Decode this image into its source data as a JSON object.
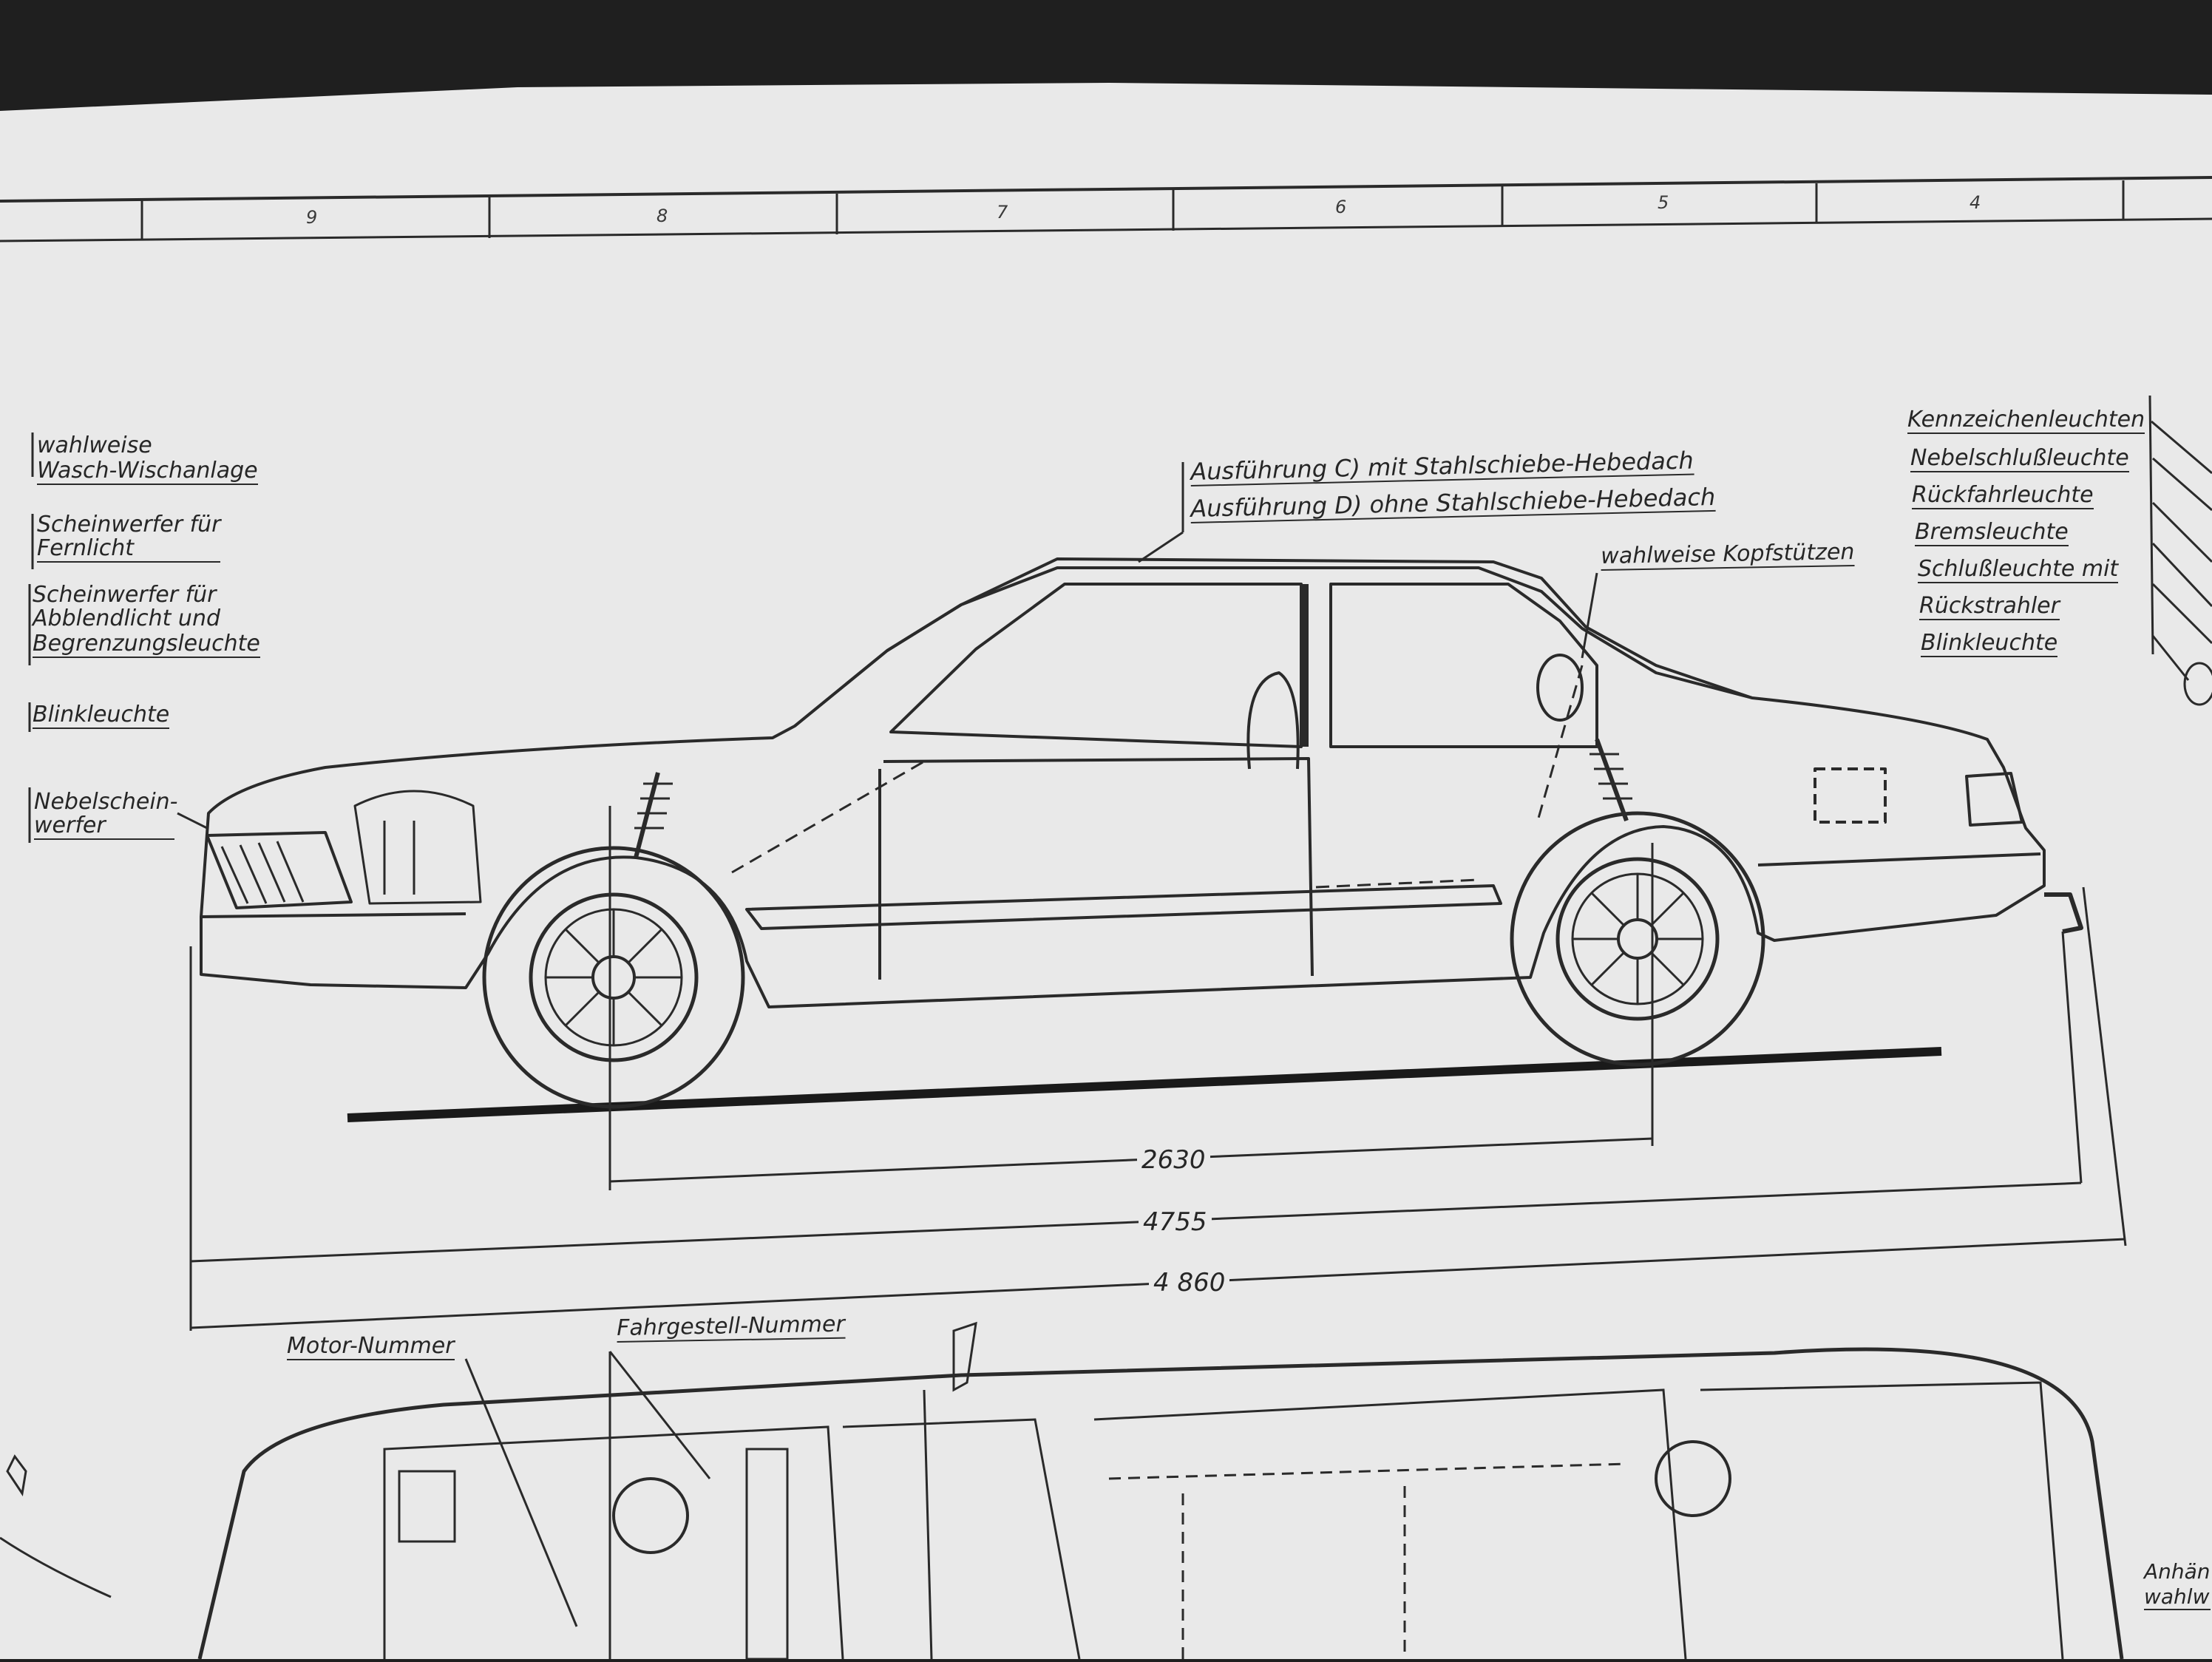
{
  "grid_numbers": [
    "9",
    "8",
    "7",
    "6",
    "5",
    "4"
  ],
  "left_labels": {
    "wasch_line1": "wahlweise",
    "wasch_line2": "Wasch-Wischanlage",
    "fern_line1": "Scheinwerfer für",
    "fern_line2": "Fernlicht",
    "abblend_line1": "Scheinwerfer für",
    "abblend_line2": "Abblendlicht und",
    "abblend_line3": "Begrenzungsleuchte",
    "blink": "Blinkleuchte",
    "nebel_line1": "Nebelschein-",
    "nebel_line2": "werfer"
  },
  "roof_labels": {
    "variant_c": "Ausführung C) mit Stahlschiebe-Hebedach",
    "variant_d": "Ausführung D) ohne Stahlschiebe-Hebedach",
    "headrests": "wahlweise Kopfstützen"
  },
  "right_labels": [
    "Kennzeichenleuchten",
    "Nebelschlußleuchte",
    "Rückfahrleuchte",
    "Bremsleuchte",
    "Schlußleuchte mit",
    "Rückstrahler",
    "Blinkleuchte"
  ],
  "dimensions": {
    "wheelbase": "2630",
    "length_inner": "4755",
    "length_total": "4 860"
  },
  "bottom_labels": {
    "motor": "Motor-Nummer",
    "chassis": "Fahrgestell-Nummer",
    "trailer_line1": "Anhän",
    "trailer_line2": "wahlw"
  },
  "colors": {
    "paper": "#e9e9e9",
    "ink": "#262626",
    "background": "#1f1f1f"
  }
}
